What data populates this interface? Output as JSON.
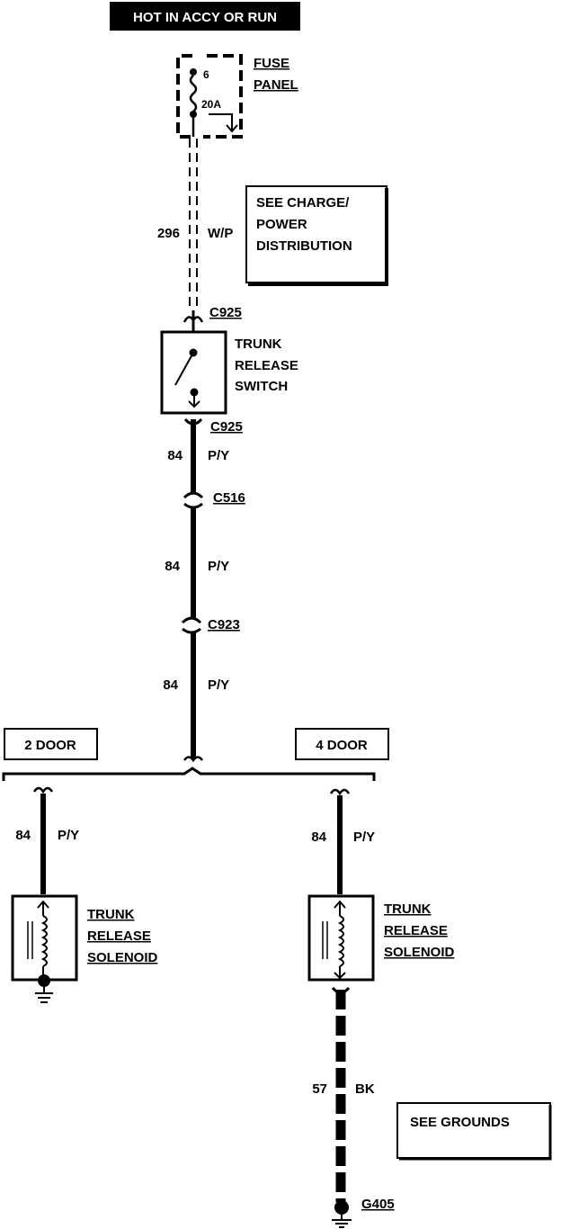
{
  "header": {
    "power_label": "HOT IN ACCY OR RUN"
  },
  "fuse_panel": {
    "label_line1": "FUSE",
    "label_line2": "PANEL",
    "fuse_number": "6",
    "fuse_rating": "20A"
  },
  "notes": {
    "charge_line1": "SEE CHARGE/",
    "charge_line2": "POWER",
    "charge_line3": "DISTRIBUTION",
    "grounds": "SEE GROUNDS"
  },
  "switch": {
    "line1": "TRUNK",
    "line2": "RELEASE",
    "line3": "SWITCH"
  },
  "circuits": [
    {
      "number": "296",
      "color": "W/P"
    },
    {
      "number": "84",
      "color": "P/Y"
    },
    {
      "number": "84",
      "color": "P/Y"
    },
    {
      "number": "84",
      "color": "P/Y"
    },
    {
      "number": "84",
      "color": "P/Y"
    },
    {
      "number": "84",
      "color": "P/Y"
    },
    {
      "number": "57",
      "color": "BK"
    }
  ],
  "connectors": [
    "C925",
    "C925",
    "C516",
    "C923"
  ],
  "variants": {
    "left": "2 DOOR",
    "right": "4 DOOR"
  },
  "solenoids": [
    {
      "line1": "TRUNK",
      "line2": "RELEASE",
      "line3": "SOLENOID"
    },
    {
      "line1": "TRUNK",
      "line2": "RELEASE",
      "line3": "SOLENOID"
    }
  ],
  "ground": {
    "label": "G405"
  }
}
